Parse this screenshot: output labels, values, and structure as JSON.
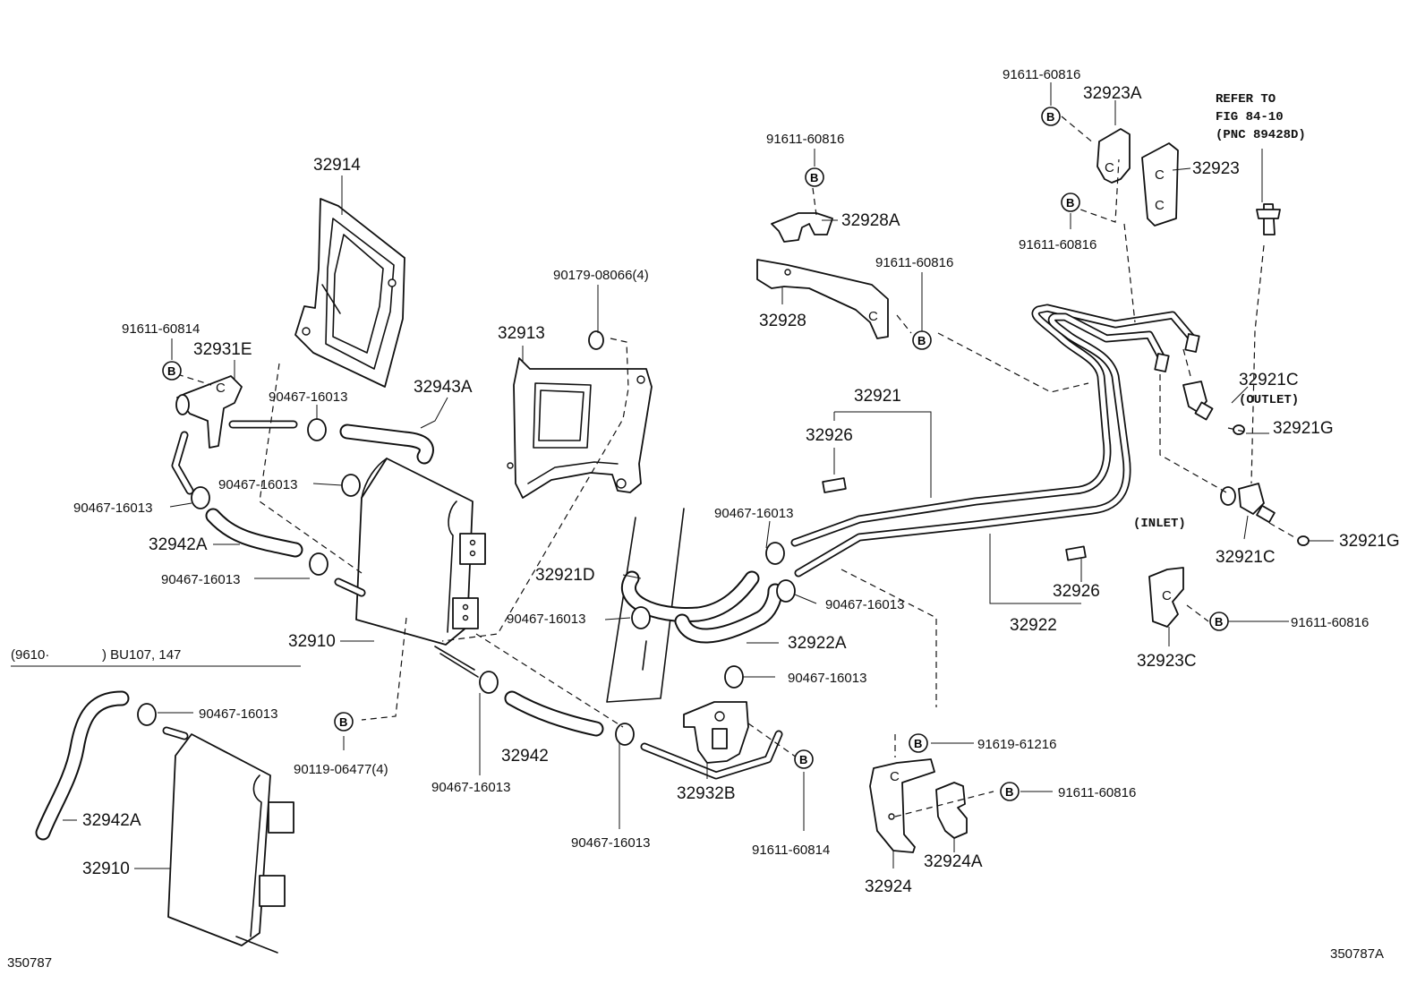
{
  "figure": {
    "id_left": "350787",
    "id_right": "350787A",
    "inset_header_left": "(9610·",
    "inset_header_right": ") BU107, 147",
    "refer_line1": "REFER TO",
    "refer_line2": "FIG 84-10",
    "refer_line3": "(PNC 89428D)",
    "outlet": "(OUTLET)",
    "inlet": "(INLET)",
    "callout_letter": "B"
  },
  "labels": {
    "p32914": "32914",
    "p91611_60814_a": "91611-60814",
    "p32931E": "32931E",
    "p90467_a": "90467-16013",
    "p32943A": "32943A",
    "p90467_b": "90467-16013",
    "p90467_c": "90467-16013",
    "p32942A": "32942A",
    "p90467_d": "90467-16013",
    "p32910": "32910",
    "p90179": "90179-08066(4)",
    "p32913": "32913",
    "p91611_60816_a": "91611-60816",
    "p32928A": "32928A",
    "p91611_60816_b": "91611-60816",
    "p32928": "32928",
    "p91611_60816_c": "91611-60816",
    "p32923A": "32923A",
    "p32923": "32923",
    "p91611_60816_d": "91611-60816",
    "p32921": "32921",
    "p32926_a": "32926",
    "p32921C_a": "32921C",
    "p32921G_a": "32921G",
    "p32921C_b": "32921C",
    "p32921G_b": "32921G",
    "p90467_e": "90467-16013",
    "p32921D": "32921D",
    "p90467_f": "90467-16013",
    "p90467_g": "90467-16013",
    "p32922A": "32922A",
    "p32926_b": "32926",
    "p32922": "32922",
    "p91611_60816_e": "91611-60816",
    "p32923C": "32923C",
    "p90467_h": "90467-16013",
    "p90119": "90119-06477(4)",
    "p90467_i": "90467-16013",
    "p32942": "32942",
    "p90467_j": "90467-16013",
    "p32932B": "32932B",
    "p91611_60814_b": "91611-60814",
    "p91619": "91619-61216",
    "p91611_60816_f": "91611-60816",
    "p32924A": "32924A",
    "p32924": "32924",
    "p90467_k": "90467-16013",
    "p32942A_b": "32942A",
    "p32910_b": "32910"
  }
}
